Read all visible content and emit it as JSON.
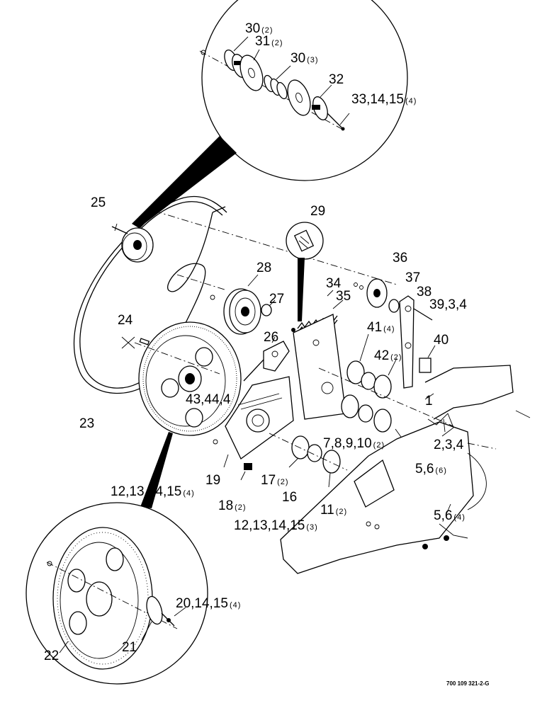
{
  "drawing_code": "700 109 321-2-G",
  "callouts": {
    "c1": {
      "text": "1",
      "qty": ""
    },
    "c2_3_4": {
      "text": "2,3,4",
      "qty": ""
    },
    "c5_6_6": {
      "text": "5,6",
      "qty": "(6)"
    },
    "c5_6_4": {
      "text": "5,6",
      "qty": "(4)"
    },
    "c7_10": {
      "text": "7,8,9,10",
      "qty": "(2)"
    },
    "c11": {
      "text": "11",
      "qty": "(2)"
    },
    "c12_15_3": {
      "text": "12,13,14,15",
      "qty": "(3)"
    },
    "c12_15_4": {
      "text": "12,13,14,15",
      "qty": "(4)"
    },
    "c16": {
      "text": "16",
      "qty": ""
    },
    "c17": {
      "text": "17",
      "qty": "(2)"
    },
    "c18": {
      "text": "18",
      "qty": "(2)"
    },
    "c19": {
      "text": "19",
      "qty": ""
    },
    "c20": {
      "text": "20,14,15",
      "qty": "(4)"
    },
    "c21": {
      "text": "21",
      "qty": ""
    },
    "c22": {
      "text": "22",
      "qty": ""
    },
    "c23": {
      "text": "23",
      "qty": ""
    },
    "c24": {
      "text": "24",
      "qty": ""
    },
    "c25": {
      "text": "25",
      "qty": ""
    },
    "c26": {
      "text": "26",
      "qty": ""
    },
    "c27": {
      "text": "27",
      "qty": ""
    },
    "c28": {
      "text": "28",
      "qty": ""
    },
    "c29": {
      "text": "29",
      "qty": ""
    },
    "c30a": {
      "text": "30",
      "qty": "(2)"
    },
    "c30b": {
      "text": "30",
      "qty": "(3)"
    },
    "c31": {
      "text": "31",
      "qty": "(2)"
    },
    "c32": {
      "text": "32",
      "qty": ""
    },
    "c33": {
      "text": "33,14,15",
      "qty": "(4)"
    },
    "c34": {
      "text": "34",
      "qty": ""
    },
    "c35": {
      "text": "35",
      "qty": ""
    },
    "c36": {
      "text": "36",
      "qty": ""
    },
    "c37": {
      "text": "37",
      "qty": ""
    },
    "c38": {
      "text": "38",
      "qty": ""
    },
    "c39": {
      "text": "39,3,4",
      "qty": ""
    },
    "c40": {
      "text": "40",
      "qty": ""
    },
    "c41": {
      "text": "41",
      "qty": "(4)"
    },
    "c42": {
      "text": "42",
      "qty": "(2)"
    },
    "c43": {
      "text": "43,44,4",
      "qty": ""
    }
  }
}
